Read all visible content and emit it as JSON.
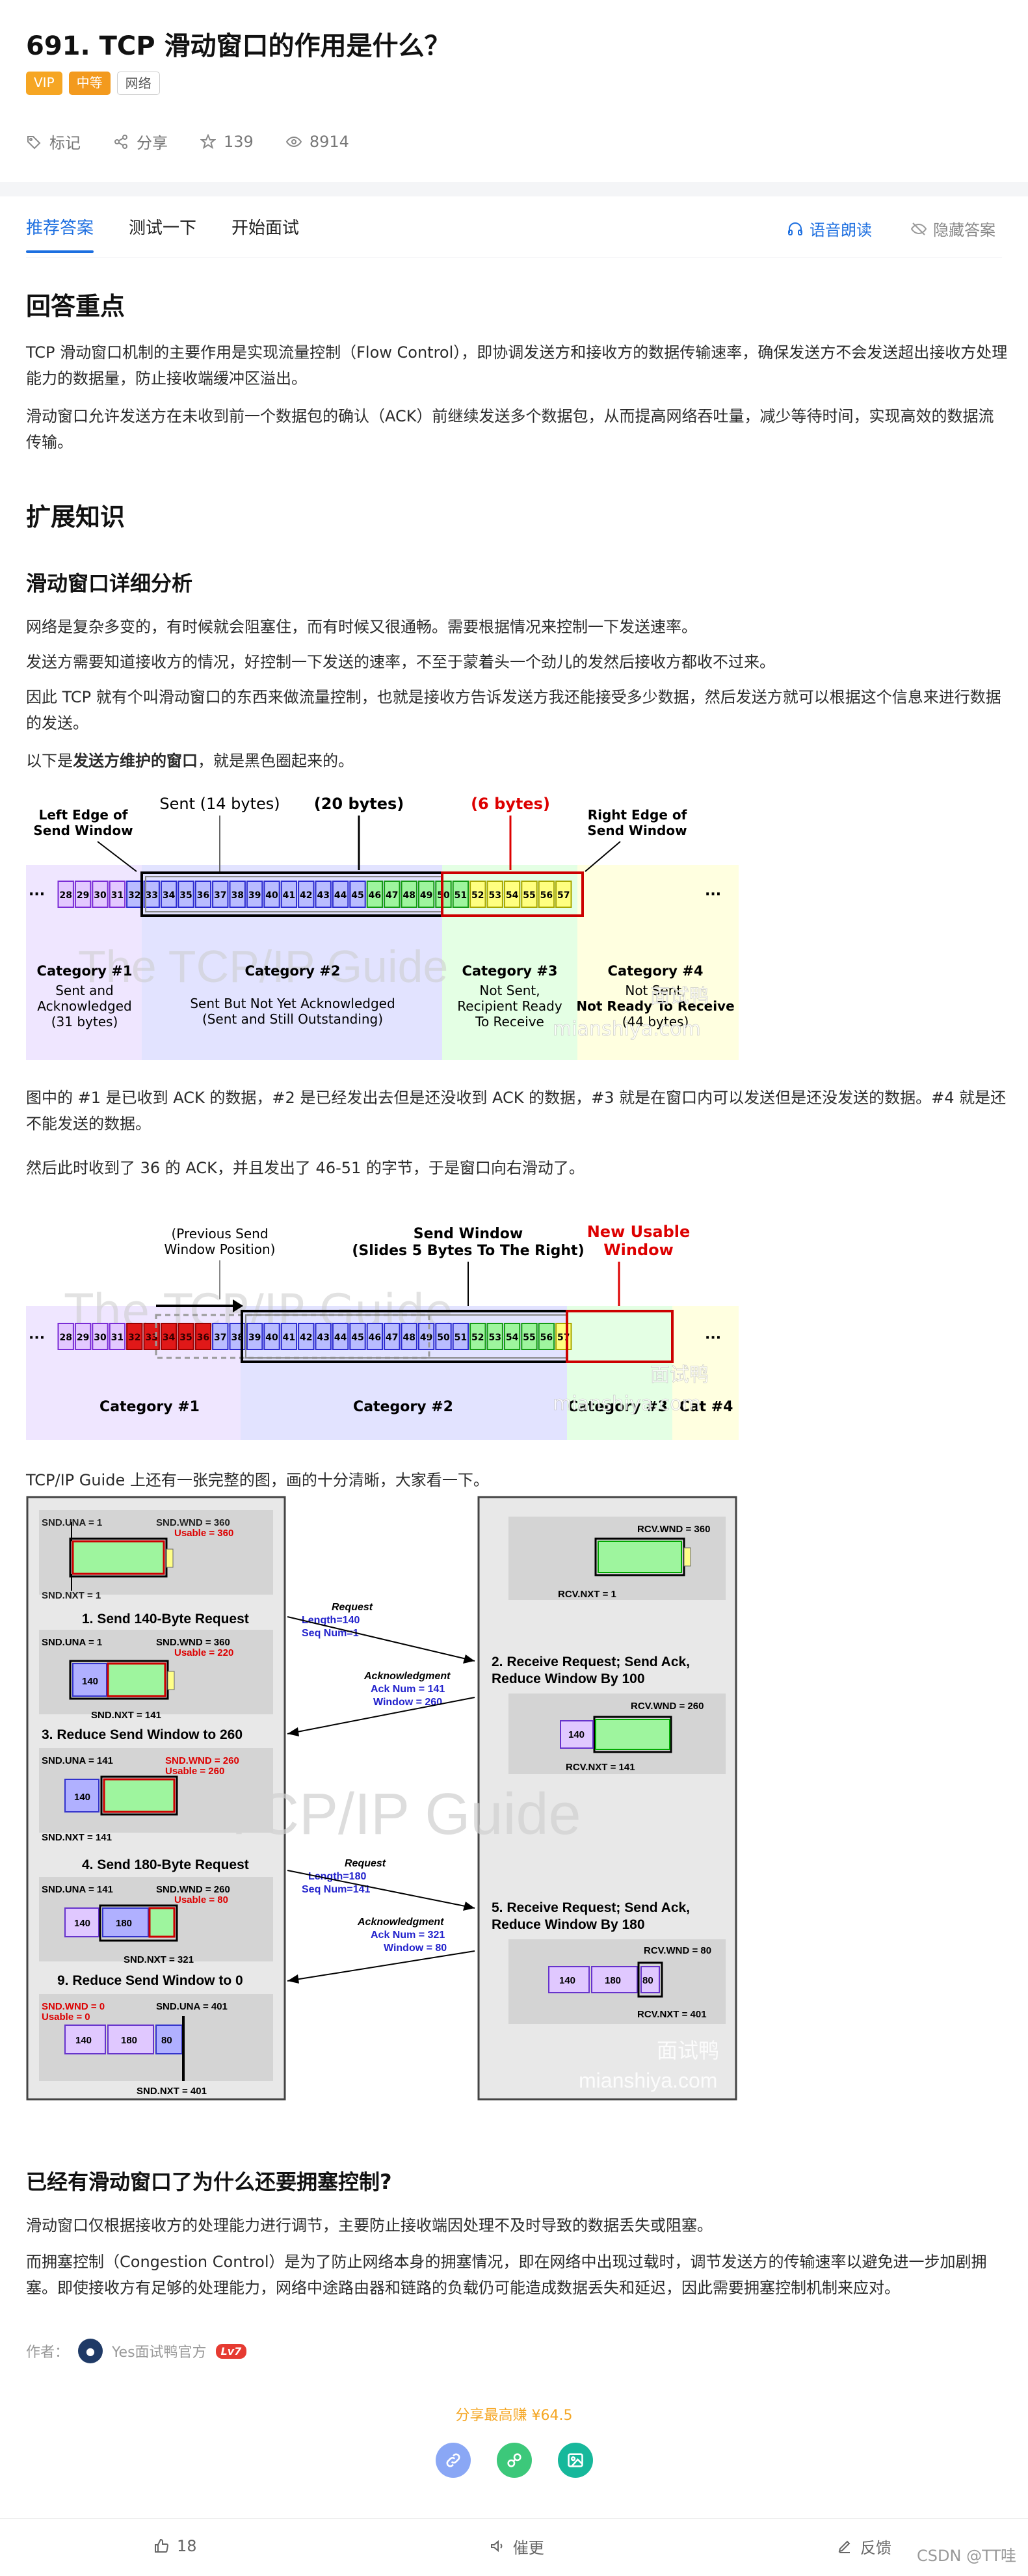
{
  "question": {
    "title": "691. TCP 滑动窗口的作用是什么？",
    "tags": [
      "VIP",
      "中等",
      "网络"
    ],
    "stats": {
      "mark": "标记",
      "share": "分享",
      "likes": "139",
      "views": "8914"
    }
  },
  "tabs": [
    "推荐答案",
    "测试一下",
    "开始面试"
  ],
  "tools": {
    "read": "语音朗读",
    "hide": "隐藏答案"
  },
  "sections": {
    "h_key": "回答重点",
    "key_p1": "TCP 滑动窗口机制的主要作用是实现流量控制（Flow Control），即协调发送方和接收方的数据传输速率，确保发送方不会发送超出接收方处理能力的数据量，防止接收端缓冲区溢出。",
    "key_p2": "滑动窗口允许发送方在未收到前一个数据包的确认（ACK）前继续发送多个数据包，从而提高网络吞吐量，减少等待时间，实现高效的数据流传输。",
    "h_ext": "扩展知识",
    "h_detail": "滑动窗口详细分析",
    "d_p1": "网络是复杂多变的，有时候就会阻塞住，而有时候又很通畅。需要根据情况来控制一下发送速率。",
    "d_p2": "发送方需要知道接收方的情况，好控制一下发送的速率，不至于蒙着头一个劲儿的发然后接收方都收不过来。",
    "d_p3": "因此 TCP 就有个叫滑动窗口的东西来做流量控制，也就是接收方告诉发送方我还能接受多少数据，然后发送方就可以根据这个信息来进行数据的发送。",
    "d_p4_pre": "以下是",
    "d_p4_bold": "发送方维护的窗口",
    "d_p4_post": "，就是黑色圈起来的。",
    "d_p5": "图中的 #1 是已收到 ACK 的数据，#2 是已经发出去但是还没收到 ACK 的数据，#3 就是在窗口内可以发送但是还没发送的数据。#4 就是还不能发送的数据。",
    "d_p6": "然后此时收到了 36 的 ACK，并且发出了 46-51 的字节，于是窗口向右滑动了。",
    "d_p7": "TCP/IP Guide 上还有一张完整的图，画的十分清晰，大家看一下。",
    "h_cong": "已经有滑动窗口了为什么还要拥塞控制?",
    "c_p1": "滑动窗口仅根据接收方的处理能力进行调节，主要防止接收端因处理不及时导致的数据丢失或阻塞。",
    "c_p2": "而拥塞控制（Congestion Control）是为了防止网络本身的拥塞情况，即在网络中出现过载时，调节发送方的传输速率以避免进一步加剧拥塞。即使接收方有足够的处理能力，网络中途路由器和链路的负载仍可能造成数据丢失和延迟，因此需要拥塞控制机制来应对。"
  },
  "diagram1": {
    "left_edge": [
      "Left Edge of",
      "Send Window"
    ],
    "sent": "Sent (14 bytes)",
    "bytes20": "(20 bytes)",
    "bytes6": "(6 bytes)",
    "right_edge": [
      "Right Edge of",
      "Send Window"
    ],
    "cat1": [
      "Category #1",
      "Sent and",
      "Acknowledged",
      "(31 bytes)"
    ],
    "cat2": [
      "Category #2",
      "Sent But Not Yet Acknowledged",
      "(Sent and Still Outstanding)"
    ],
    "cat3": [
      "Category #3",
      "Not Sent,",
      "Recipient Ready",
      "To Receive"
    ],
    "cat4": [
      "Category #4",
      "Not Sent,",
      "Not Ready To Receive",
      "(44 bytes)"
    ],
    "start": 28,
    "end": 57,
    "watermark": "The TCP/IP Guide",
    "wm_cn": "面试鸭",
    "wm_url": "mianshiya.com",
    "ellipsis": "···"
  },
  "diagram2": {
    "prev": [
      "(Previous Send",
      "Window Position)"
    ],
    "send_window": [
      "Send Window",
      "(Slides 5 Bytes To The Right)"
    ],
    "new_usable": [
      "New Usable",
      "Window"
    ],
    "cat1": "Category #1",
    "cat2": "Category #2",
    "cat3": "Category #3",
    "cat4": "Cat #4",
    "start": 28,
    "end": 57,
    "watermark": "The TCP/IP Guide",
    "wm_cn": "面试鸭",
    "wm_url": "mianshiya.com",
    "ellipsis": "···"
  },
  "diagram3": {
    "s1": {
      "una": "SND.UNA = 1",
      "wnd": "SND.WND = 360",
      "usable": "Usable = 360",
      "nxt": "SND.NXT = 1"
    },
    "step1": "1. Send 140-Byte Request",
    "s2": {
      "una": "SND.UNA = 1",
      "wnd": "SND.WND = 360",
      "usable": "Usable = 220",
      "nxt": "SND.NXT = 141",
      "seg": "140"
    },
    "step3": "3. Reduce Send Window to 260",
    "s3": {
      "una": "SND.UNA = 141",
      "wnd": "SND.WND = 260",
      "usable": "Usable = 260",
      "nxt": "SND.NXT = 141",
      "seg": "140"
    },
    "step4": "4. Send 180-Byte Request",
    "s4": {
      "una": "SND.UNA = 141",
      "wnd": "SND.WND = 260",
      "usable": "Usable = 80",
      "nxt": "SND.NXT = 321",
      "seg1": "140",
      "seg2": "180"
    },
    "step9": "9. Reduce Send Window to 0",
    "s9": {
      "wnd": "SND.WND = 0",
      "usable": "Usable = 0",
      "una": "SND.UNA = 401",
      "nxt": "SND.NXT = 401",
      "seg1": "140",
      "seg2": "180",
      "seg3": "80"
    },
    "req1": [
      "Request",
      "Length=140",
      "Seq Num=1"
    ],
    "ack1": [
      "Acknowledgment",
      "Ack Num = 141",
      "Window = 260"
    ],
    "req2": [
      "Request",
      "Length=180",
      "Seq Num=141"
    ],
    "ack2": [
      "Acknowledgment",
      "Ack Num = 321",
      "Window = 80"
    ],
    "r0": {
      "wnd": "RCV.WND = 360",
      "nxt": "RCV.NXT = 1"
    },
    "step2": [
      "2. Receive Request; Send Ack,",
      "Reduce Window By 100"
    ],
    "r2": {
      "wnd": "RCV.WND = 260",
      "nxt": "RCV.NXT = 141",
      "seg": "140"
    },
    "step5": [
      "5. Receive Request; Send Ack,",
      "Reduce Window By 180"
    ],
    "r5": {
      "wnd": "RCV.WND = 80",
      "nxt": "RCV.NXT = 401",
      "seg1": "140",
      "seg2": "180",
      "seg3": "80"
    },
    "watermark": "TCP/IP Guide",
    "wm_cn": "面试鸭",
    "wm_url": "mianshiya.com"
  },
  "author": {
    "label": "作者：",
    "name": "Yes面试鸭官方",
    "level": "Lv7"
  },
  "share": {
    "title": "分享最高赚 ¥64.5"
  },
  "bottom": {
    "like": "18",
    "urge": "催更",
    "feedback": "反馈"
  },
  "csdn": "CSDN @TT哇"
}
